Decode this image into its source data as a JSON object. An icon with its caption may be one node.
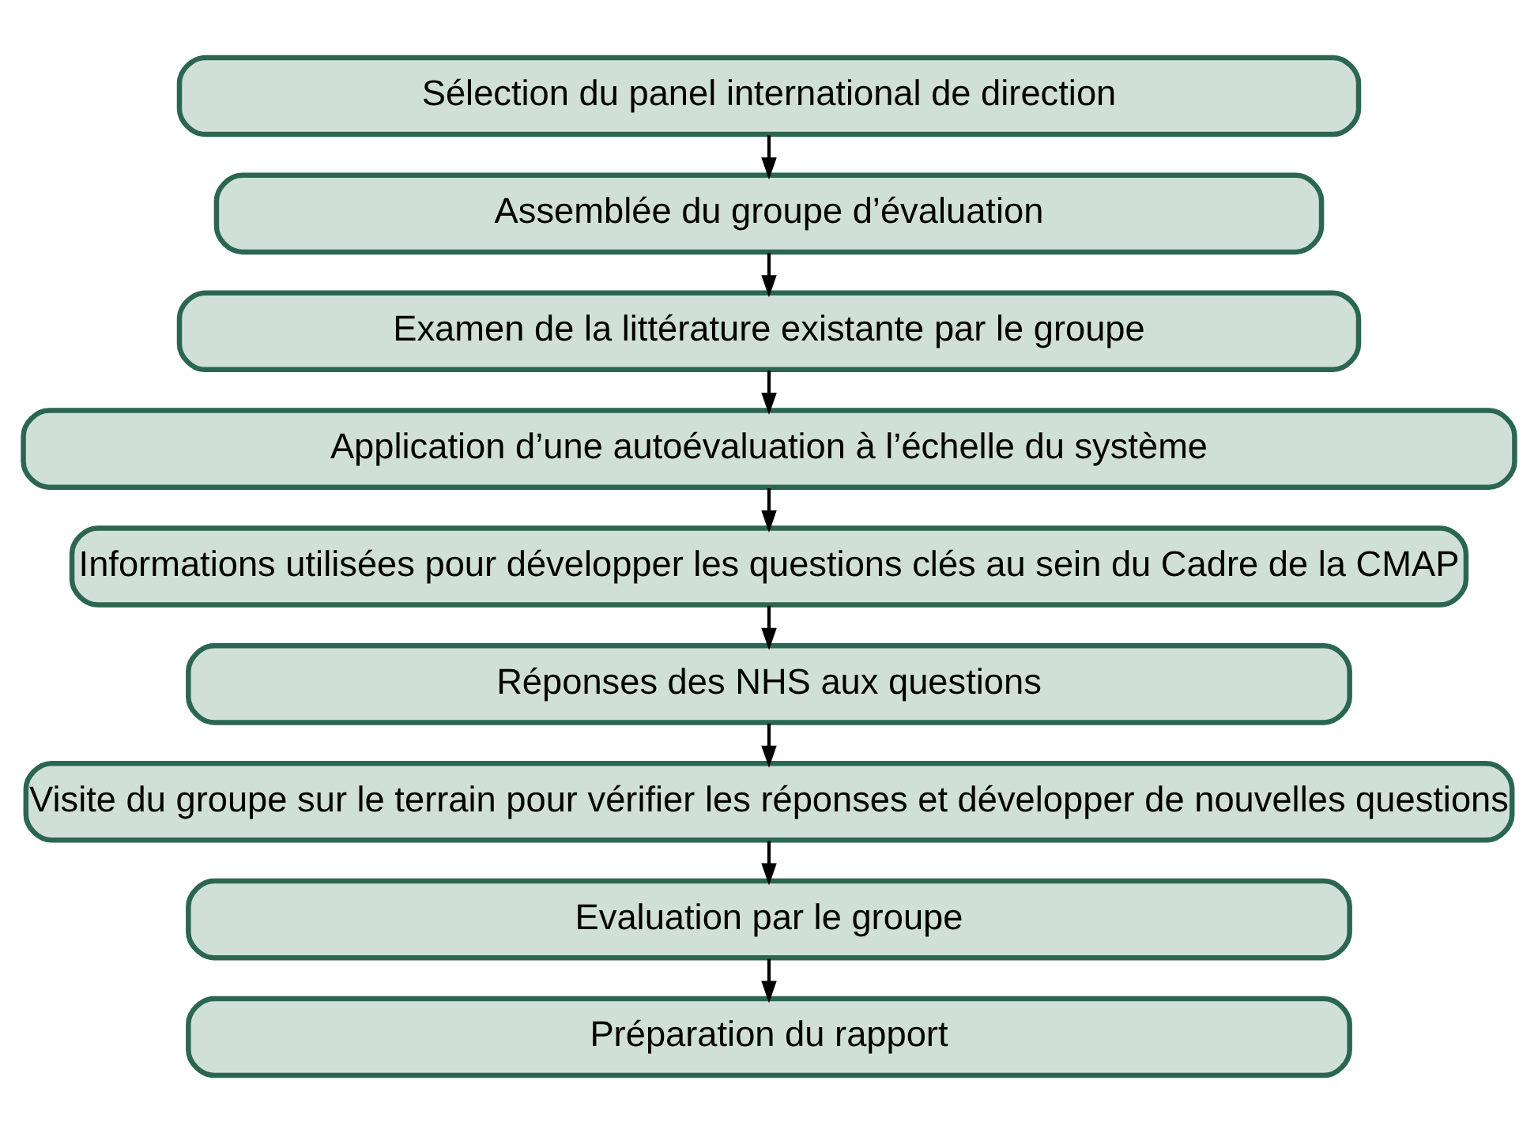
{
  "diagram": {
    "nodes": [
      {
        "text": [
          "Sélection du panel international de direction"
        ]
      },
      {
        "text": [
          "Assemblée du groupe d’évaluation"
        ]
      },
      {
        "text": [
          "Examen de la littérature existante par le groupe"
        ]
      },
      {
        "text": [
          "Application d’une autoévaluation à l’échelle du système"
        ]
      },
      {
        "text": [
          "Informations utilisées pour développer les questions clés au sein du Cadre de la CMAP"
        ]
      },
      {
        "text": [
          "Réponses des NHS aux questions"
        ]
      },
      {
        "text": [
          "Visite du groupe sur le terrain pour vérifier les réponses et développer de nouvelles questions"
        ]
      },
      {
        "text": [
          "Evaluation par le groupe"
        ]
      },
      {
        "text": [
          "Préparation du rapport"
        ]
      }
    ],
    "edges": [
      {
        "from": 0,
        "to": 1,
        "arrow": "to"
      },
      {
        "from": 1,
        "to": 2,
        "arrow": "to"
      },
      {
        "from": 2,
        "to": 3,
        "arrow": "to"
      },
      {
        "from": 3,
        "to": 4,
        "arrow": "to"
      },
      {
        "from": 4,
        "to": 5,
        "arrow": "to"
      },
      {
        "from": 5,
        "to": 6,
        "arrow": "to"
      },
      {
        "from": 6,
        "to": 7,
        "arrow": "to"
      },
      {
        "from": 7,
        "to": 8,
        "arrow": "to"
      }
    ]
  }
}
